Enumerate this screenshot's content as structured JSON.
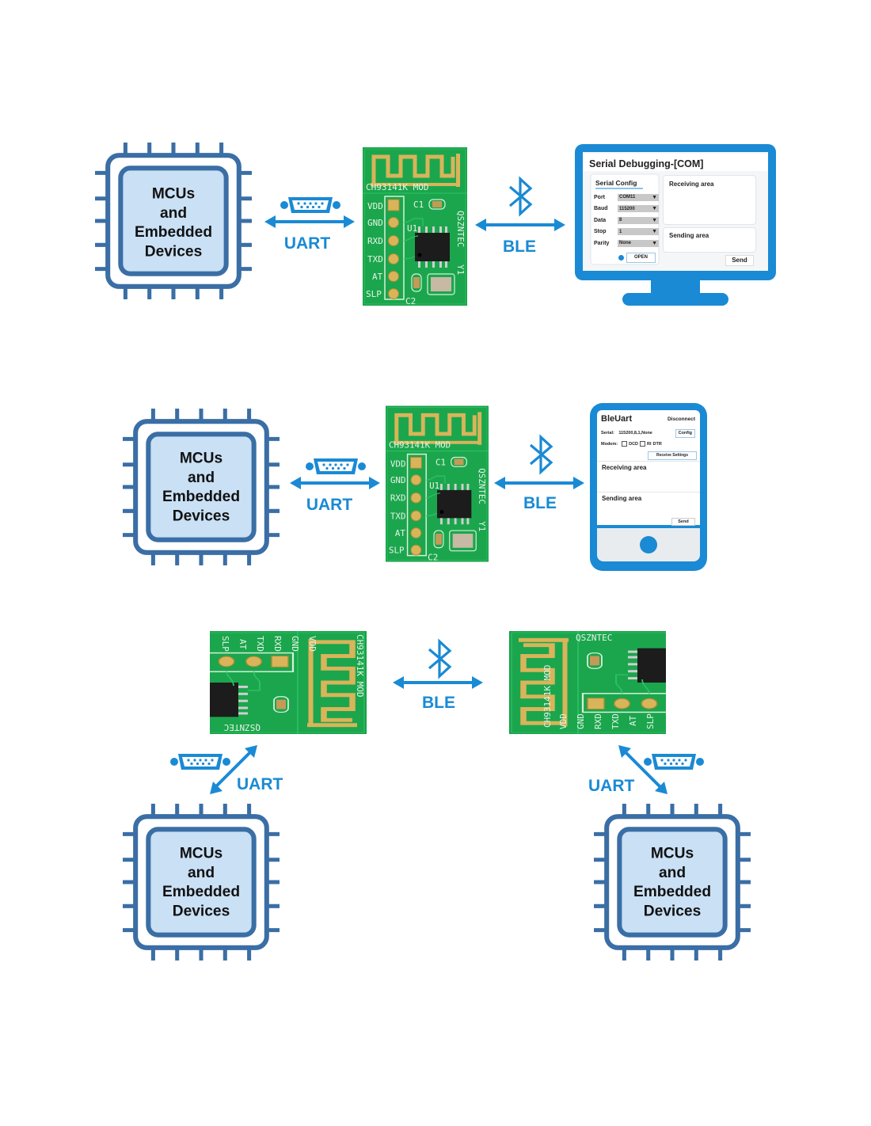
{
  "colors": {
    "chip_outline": "#3a6ea5",
    "chip_fill": "#c9e0f5",
    "accent_blue": "#1a8ad4",
    "pcb_green": "#17a34a",
    "pcb_gold": "#d9b45a",
    "background": "#ffffff"
  },
  "chip": {
    "lines": [
      "MCUs",
      "and",
      "Embedded",
      "Devices"
    ]
  },
  "links": {
    "uart": "UART",
    "ble": "BLE"
  },
  "icons": {
    "serial_port": "db9-connector-icon",
    "bluetooth": "bluetooth-icon"
  },
  "module": {
    "model": "CH93141K MOD",
    "brand": "QSZNTEC",
    "brand_suffix": "Y1",
    "pins": [
      "VDD",
      "GND",
      "RXD",
      "TXD",
      "AT",
      "SLP"
    ],
    "components": {
      "cap1": "C1",
      "cap2": "C2",
      "ic": "U1"
    }
  },
  "pc_app": {
    "title": "Serial Debugging-[COM]",
    "config_heading": "Serial Config",
    "fields": [
      {
        "label": "Port",
        "value": "COM11"
      },
      {
        "label": "Baud",
        "value": "115200"
      },
      {
        "label": "Data",
        "value": "8"
      },
      {
        "label": "Stop",
        "value": "1"
      },
      {
        "label": "Parity",
        "value": "None"
      }
    ],
    "open_button": "OPEN",
    "receiving_area": "Receiving area",
    "sending_area": "Sending area",
    "send_button": "Send"
  },
  "phone_app": {
    "title": "BleUart",
    "disconnect_button": "Disconnect",
    "serial_label": "Serial:",
    "serial_value": "115200,8,1,None",
    "config_button": "Config",
    "modem_label": "Modem:",
    "modem_options": [
      "DCD",
      "RI",
      "DTR"
    ],
    "receive_settings_button": "Receive Settings",
    "receiving_area": "Receiving area",
    "sending_area": "Sending area",
    "send_button": "Send"
  }
}
